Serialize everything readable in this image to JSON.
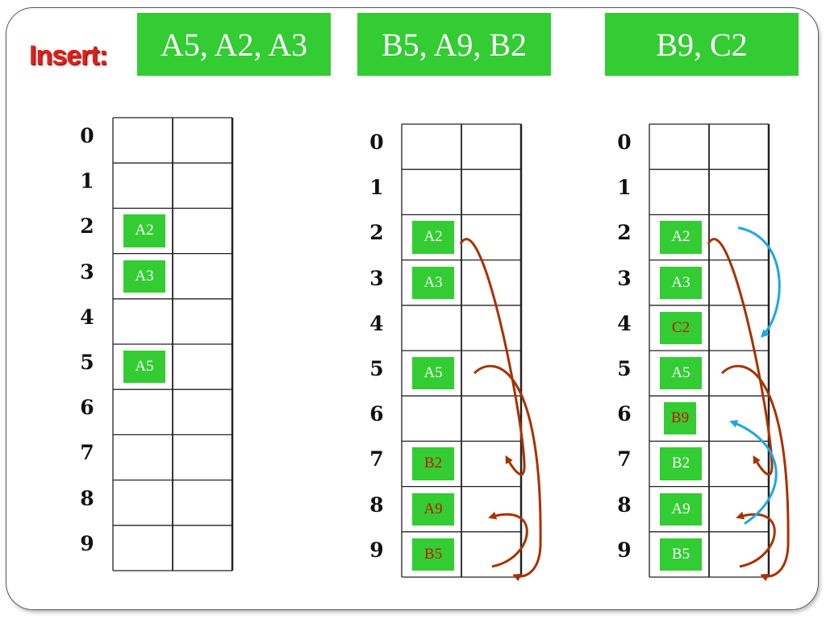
{
  "insert_label": "Insert:",
  "steps": [
    {
      "label": "A5, A2, A3"
    },
    {
      "label": "B5, A9, B2"
    },
    {
      "label": "B9, C2"
    }
  ],
  "row_numbers": [
    "0",
    "1",
    "2",
    "3",
    "4",
    "5",
    "6",
    "7",
    "8",
    "9"
  ],
  "tables": [
    {
      "name": "table-1",
      "entries": [
        {
          "row": 2,
          "key": "A2",
          "status": "stored"
        },
        {
          "row": 3,
          "key": "A3",
          "status": "stored"
        },
        {
          "row": 5,
          "key": "A5",
          "status": "stored"
        }
      ],
      "probes": []
    },
    {
      "name": "table-2",
      "entries": [
        {
          "row": 2,
          "key": "A2",
          "status": "stored"
        },
        {
          "row": 3,
          "key": "A3",
          "status": "stored"
        },
        {
          "row": 5,
          "key": "A5",
          "status": "stored"
        },
        {
          "row": 7,
          "key": "B2",
          "status": "new"
        },
        {
          "row": 8,
          "key": "A9",
          "status": "new"
        },
        {
          "row": 9,
          "key": "B5",
          "status": "new"
        }
      ],
      "probes": [
        {
          "from_row": 2,
          "to_row": 7,
          "color": "#a83200"
        },
        {
          "from_row": 5,
          "to_row": 9,
          "color": "#a83200"
        },
        {
          "from_row": 9,
          "to_row": 8,
          "color": "#a83200"
        }
      ]
    },
    {
      "name": "table-3",
      "entries": [
        {
          "row": 2,
          "key": "A2",
          "status": "stored"
        },
        {
          "row": 3,
          "key": "A3",
          "status": "stored"
        },
        {
          "row": 4,
          "key": "C2",
          "status": "new"
        },
        {
          "row": 5,
          "key": "A5",
          "status": "stored"
        },
        {
          "row": 6,
          "key": "B9",
          "status": "new"
        },
        {
          "row": 7,
          "key": "B2",
          "status": "stored"
        },
        {
          "row": 8,
          "key": "A9",
          "status": "stored"
        },
        {
          "row": 9,
          "key": "B5",
          "status": "stored"
        }
      ],
      "probes": [
        {
          "from_row": 2,
          "to_row": 7,
          "color": "#a83200"
        },
        {
          "from_row": 5,
          "to_row": 9,
          "color": "#a83200"
        },
        {
          "from_row": 9,
          "to_row": 8,
          "color": "#a83200"
        },
        {
          "from_row": 2,
          "to_row": 4,
          "color": "#1ea7e6"
        },
        {
          "from_row": 8,
          "to_row": 6,
          "color": "#1ea7e6"
        }
      ]
    }
  ],
  "colors": {
    "step_banner": "#33cc33",
    "key_fill": "#33cc33",
    "stored_key_text": "#ffffff",
    "new_key_text": "#cc1100",
    "insert_label": "#e0201a"
  }
}
